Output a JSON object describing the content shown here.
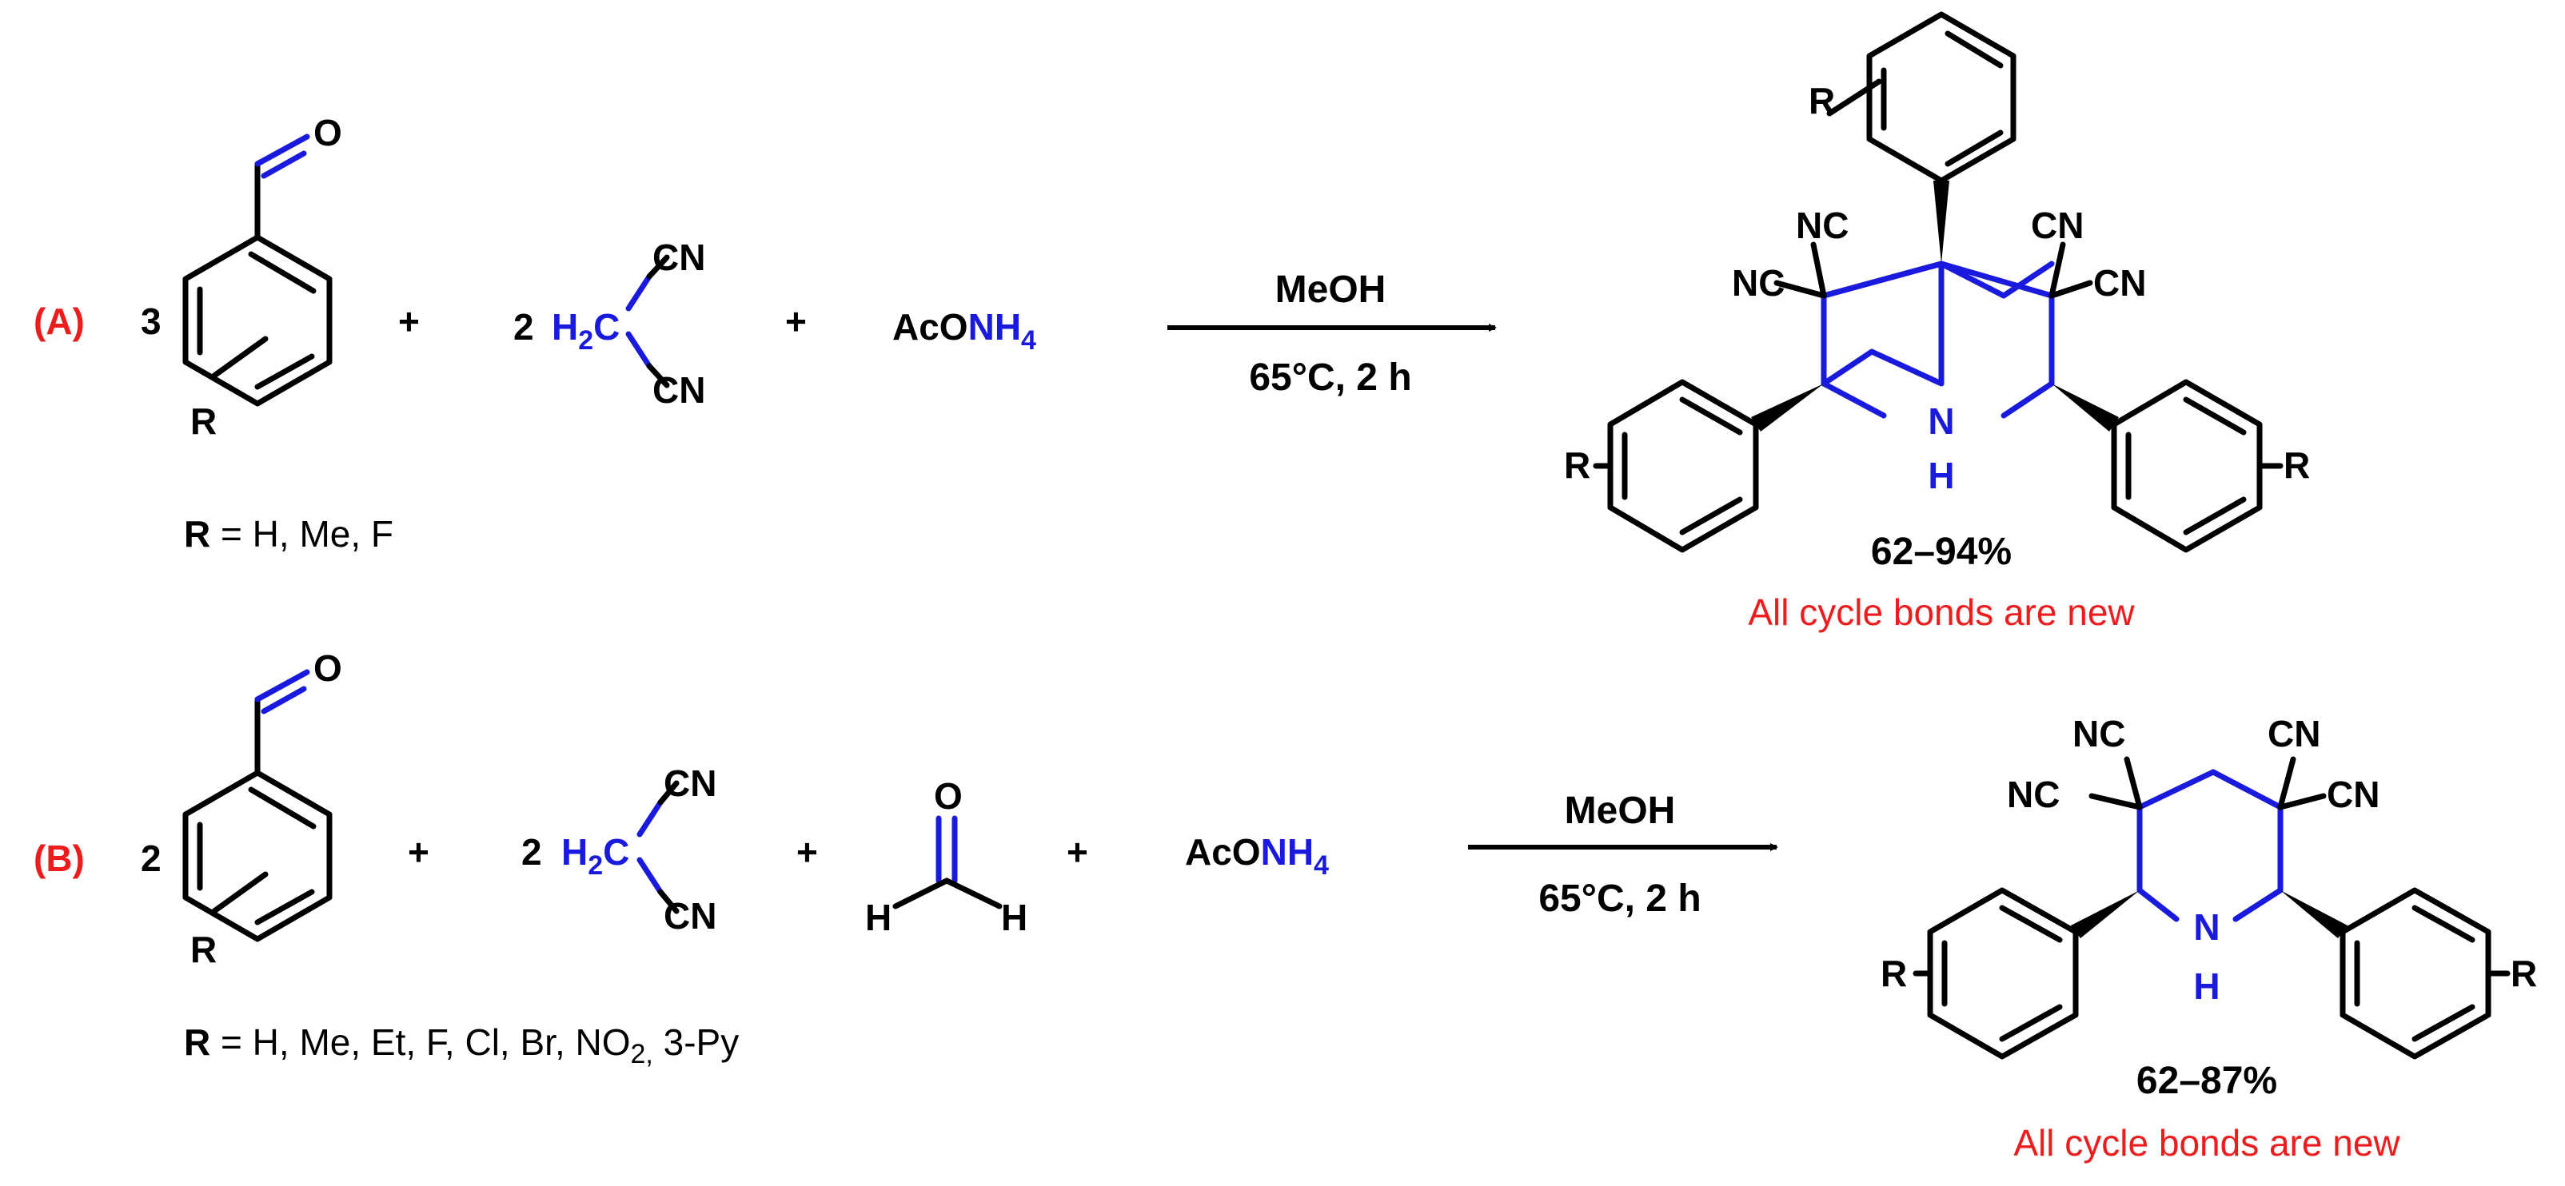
{
  "colors": {
    "black": "#000000",
    "blue": "#1a1adf",
    "red": "#ee1c1c"
  },
  "common": {
    "o": "O",
    "r": "R",
    "cn": "CN",
    "nc": "NC",
    "n": "N",
    "h": "H",
    "plus": "+",
    "h2c_h": "H",
    "h2c_2": "2",
    "h2c_c": "C",
    "acoac": "AcO",
    "acoac_nh": "NH",
    "acoac_4": "4"
  },
  "scheme_a": {
    "label": "(A)",
    "coef_aldehyde": "3",
    "coef_malononitrile": "2",
    "r_definition_bold": "R",
    "r_definition_rest": " = H, Me, F",
    "condition_top": "MeOH",
    "condition_bottom": "65°C, 2 h",
    "yield": "62–94%",
    "note": "All cycle bonds are new"
  },
  "scheme_b": {
    "label": "(B)",
    "coef_aldehyde": "2",
    "coef_malononitrile": "2",
    "r_definition_bold": "R",
    "r_definition_rest": " = H, Me, Et, F, Cl, Br, NO",
    "r_definition_sub": "2,",
    "r_definition_tail": " 3-Py",
    "condition_top": "MeOH",
    "condition_bottom": "65°C, 2 h",
    "yield": "62–87%",
    "note": "All cycle bonds are new"
  }
}
